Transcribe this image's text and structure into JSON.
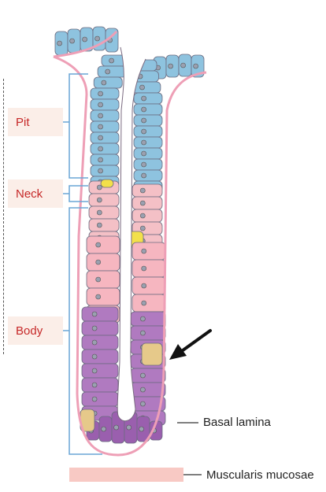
{
  "regions": {
    "pit": "Pit",
    "neck": "Neck",
    "body": "Body"
  },
  "annotations": {
    "basal_lamina": "Basal lamina",
    "muscularis_mucosae": "Muscularis mucosae"
  },
  "colors": {
    "pit_cells": "#8ec3df",
    "neck_cells": "#f4c0c6",
    "body_cells": "#b07ac0",
    "chief_cells": "#9a5fae",
    "parietal_cells": "#f6b6c0",
    "endocrine_cell": "#e6c98a",
    "mucous_neck_cell": "#f3e04a",
    "basal_lamina_line": "#ee9fb6",
    "bracket": "#6aa6d6",
    "label_text": "#c62828",
    "muscularis_band": "#f8c9c4"
  },
  "icons": {
    "pointer": "arrow-icon"
  }
}
